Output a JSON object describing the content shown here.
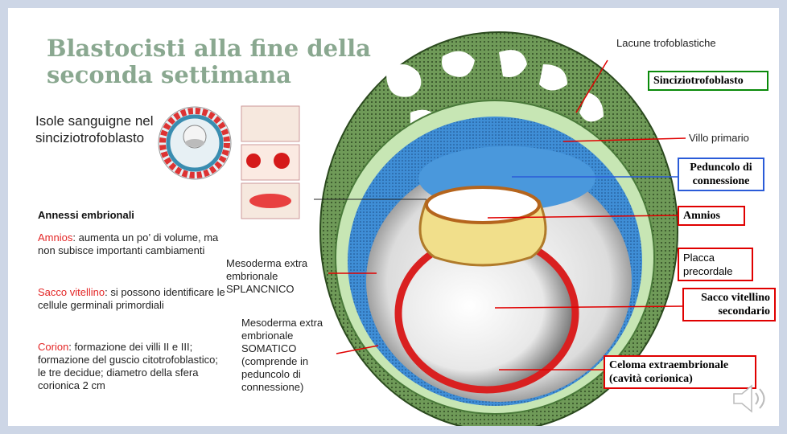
{
  "title_line1": "Blastocisti alla fine della",
  "title_line2": "seconda settimana",
  "isole": "Isole sanguigne nel sinciziotrofoblasto",
  "annessi_title": "Annessi embrionali",
  "amnios_kw": "Amnios",
  "amnios_text": ": aumenta un po’ di volume, ma non subisce importanti cambiamenti",
  "sacco_kw": "Sacco vitellino",
  "sacco_text": ": si possono identificare le cellule germinali primordiali",
  "corion_kw": "Corion",
  "corion_text": ": formazione dei villi II e III; formazione del guscio citotrofoblastico; le tre decidue; diametro della sfera corionica 2 cm",
  "labels": {
    "lacune": "Lacune trofoblastiche",
    "sincizio": "Sinciziotrofoblasto",
    "villo": "Villo primario",
    "peduncolo": "Peduncolo di connessione",
    "amnios": "Amnios",
    "placca": "Placca precordale",
    "sacco_sec": "Sacco vitellino secondario",
    "celoma": "Celoma extraembrionale (cavità corionica)",
    "splancnico": "Mesoderma extra embrionale SPLANCNICO",
    "somatico": "Mesoderma extra embrionale SOMATICO (comprende in peduncolo di connessione)"
  },
  "icons": {
    "audio": "speaker-icon"
  }
}
